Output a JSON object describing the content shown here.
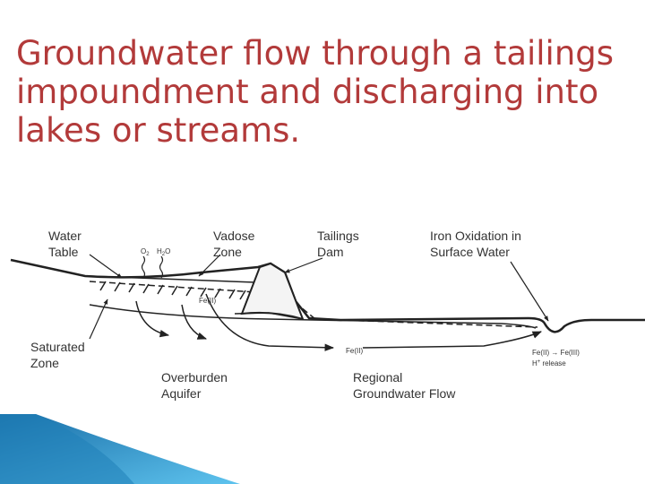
{
  "slide": {
    "title": "Groundwater flow through a tailings impoundment and discharging into lakes or streams."
  },
  "diagram": {
    "labels": {
      "water_table": [
        "Water",
        "Table"
      ],
      "vadose_zone": [
        "Vadose",
        "Zone"
      ],
      "tailings_dam": [
        "Tailings",
        "Dam"
      ],
      "iron_oxidation": [
        "Iron Oxidation in",
        "Surface Water"
      ],
      "saturated_zone": [
        "Saturated",
        "Zone"
      ],
      "overburden_aquifer": [
        "Overburden",
        "Aquifer"
      ],
      "regional_flow": [
        "Regional",
        "Groundwater Flow"
      ],
      "o2": "O",
      "o2_sub": "2",
      "h2o": "H",
      "h2o_sub": "2",
      "h2o_tail": "O",
      "fe_ii_upper": "Fe(II)",
      "fe_ii_lower": "Fe(II)",
      "fe_reaction": "Fe(II)  → Fe(III)",
      "h_release": "H",
      "h_release_sup": "+",
      "h_release_tail": " release"
    }
  },
  "colors": {
    "title": "#b23a3a",
    "ink": "#333333",
    "accent_blue": "#2a93c9"
  }
}
